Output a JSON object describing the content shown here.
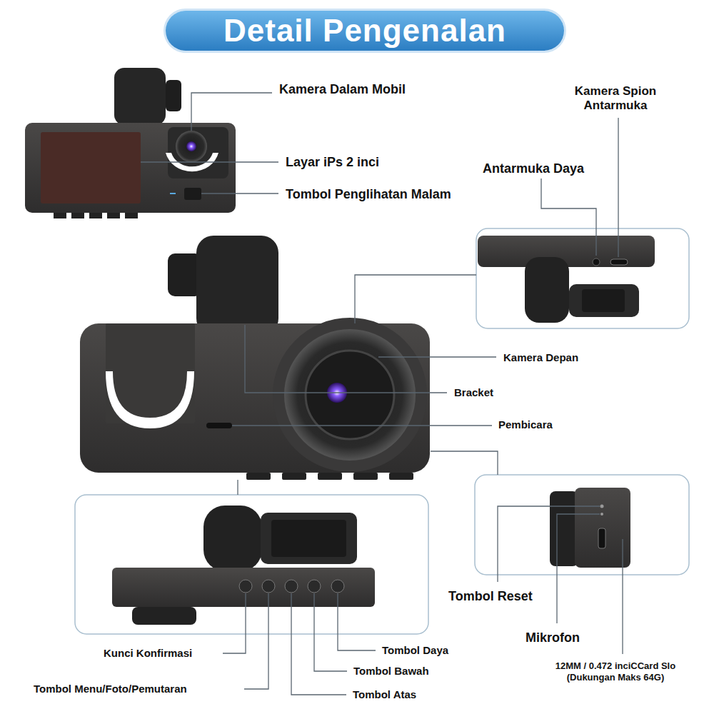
{
  "diagram": {
    "title": "Detail Pengenalan",
    "labels": [
      "Kamera Dalam Mobil",
      "Kamera Spion Antarmuka",
      "Layar iPs 2 inci",
      "Antarmuka Daya",
      "Tombol Penglihatan Malam",
      "Kamera Depan",
      "Bracket",
      "Pembicara",
      "Tombol Reset",
      "Mikrofon",
      "Kunci Konfirmasi",
      "Tombol Daya",
      "Tombol Bawah",
      "Tombol Menu/Foto/Pemutaran",
      "Tombol Atas",
      "12MM / 0.472 inciCCard Slo (Dukungan Maks 64G)"
    ]
  }
}
